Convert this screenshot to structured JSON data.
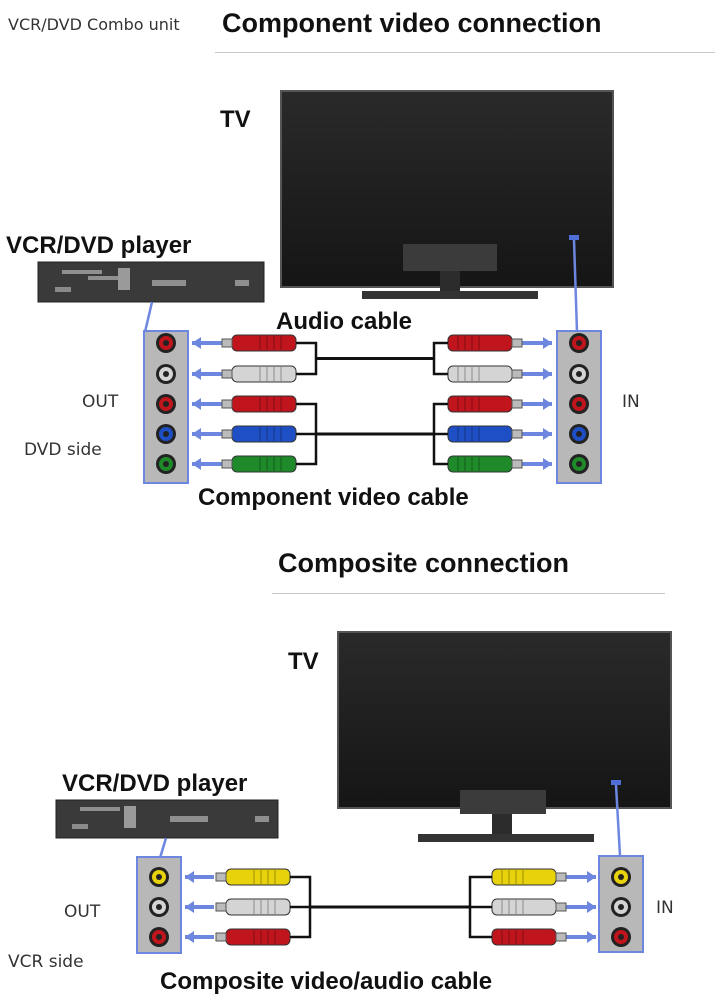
{
  "caption": "VCR/DVD Combo unit",
  "component": {
    "heading": "Component video connection",
    "tv_label": "TV",
    "player_label": "VCR/DVD player",
    "audio_cable_label": "Audio cable",
    "video_cable_label": "Component video cable",
    "out_label": "OUT",
    "in_label": "IN",
    "side_label": "DVD side",
    "jack_colors": [
      "#c0151c",
      "#d4d4d4",
      "#c0151c",
      "#1f4fc4",
      "#1f8a2a"
    ]
  },
  "composite": {
    "heading": "Composite connection",
    "tv_label": "TV",
    "player_label": "VCR/DVD player",
    "cable_label": "Composite video/audio cable",
    "out_label": "OUT",
    "in_label": "IN",
    "side_label": "VCR side",
    "jack_colors": [
      "#e8d20c",
      "#d4d4d4",
      "#c0151c"
    ]
  }
}
